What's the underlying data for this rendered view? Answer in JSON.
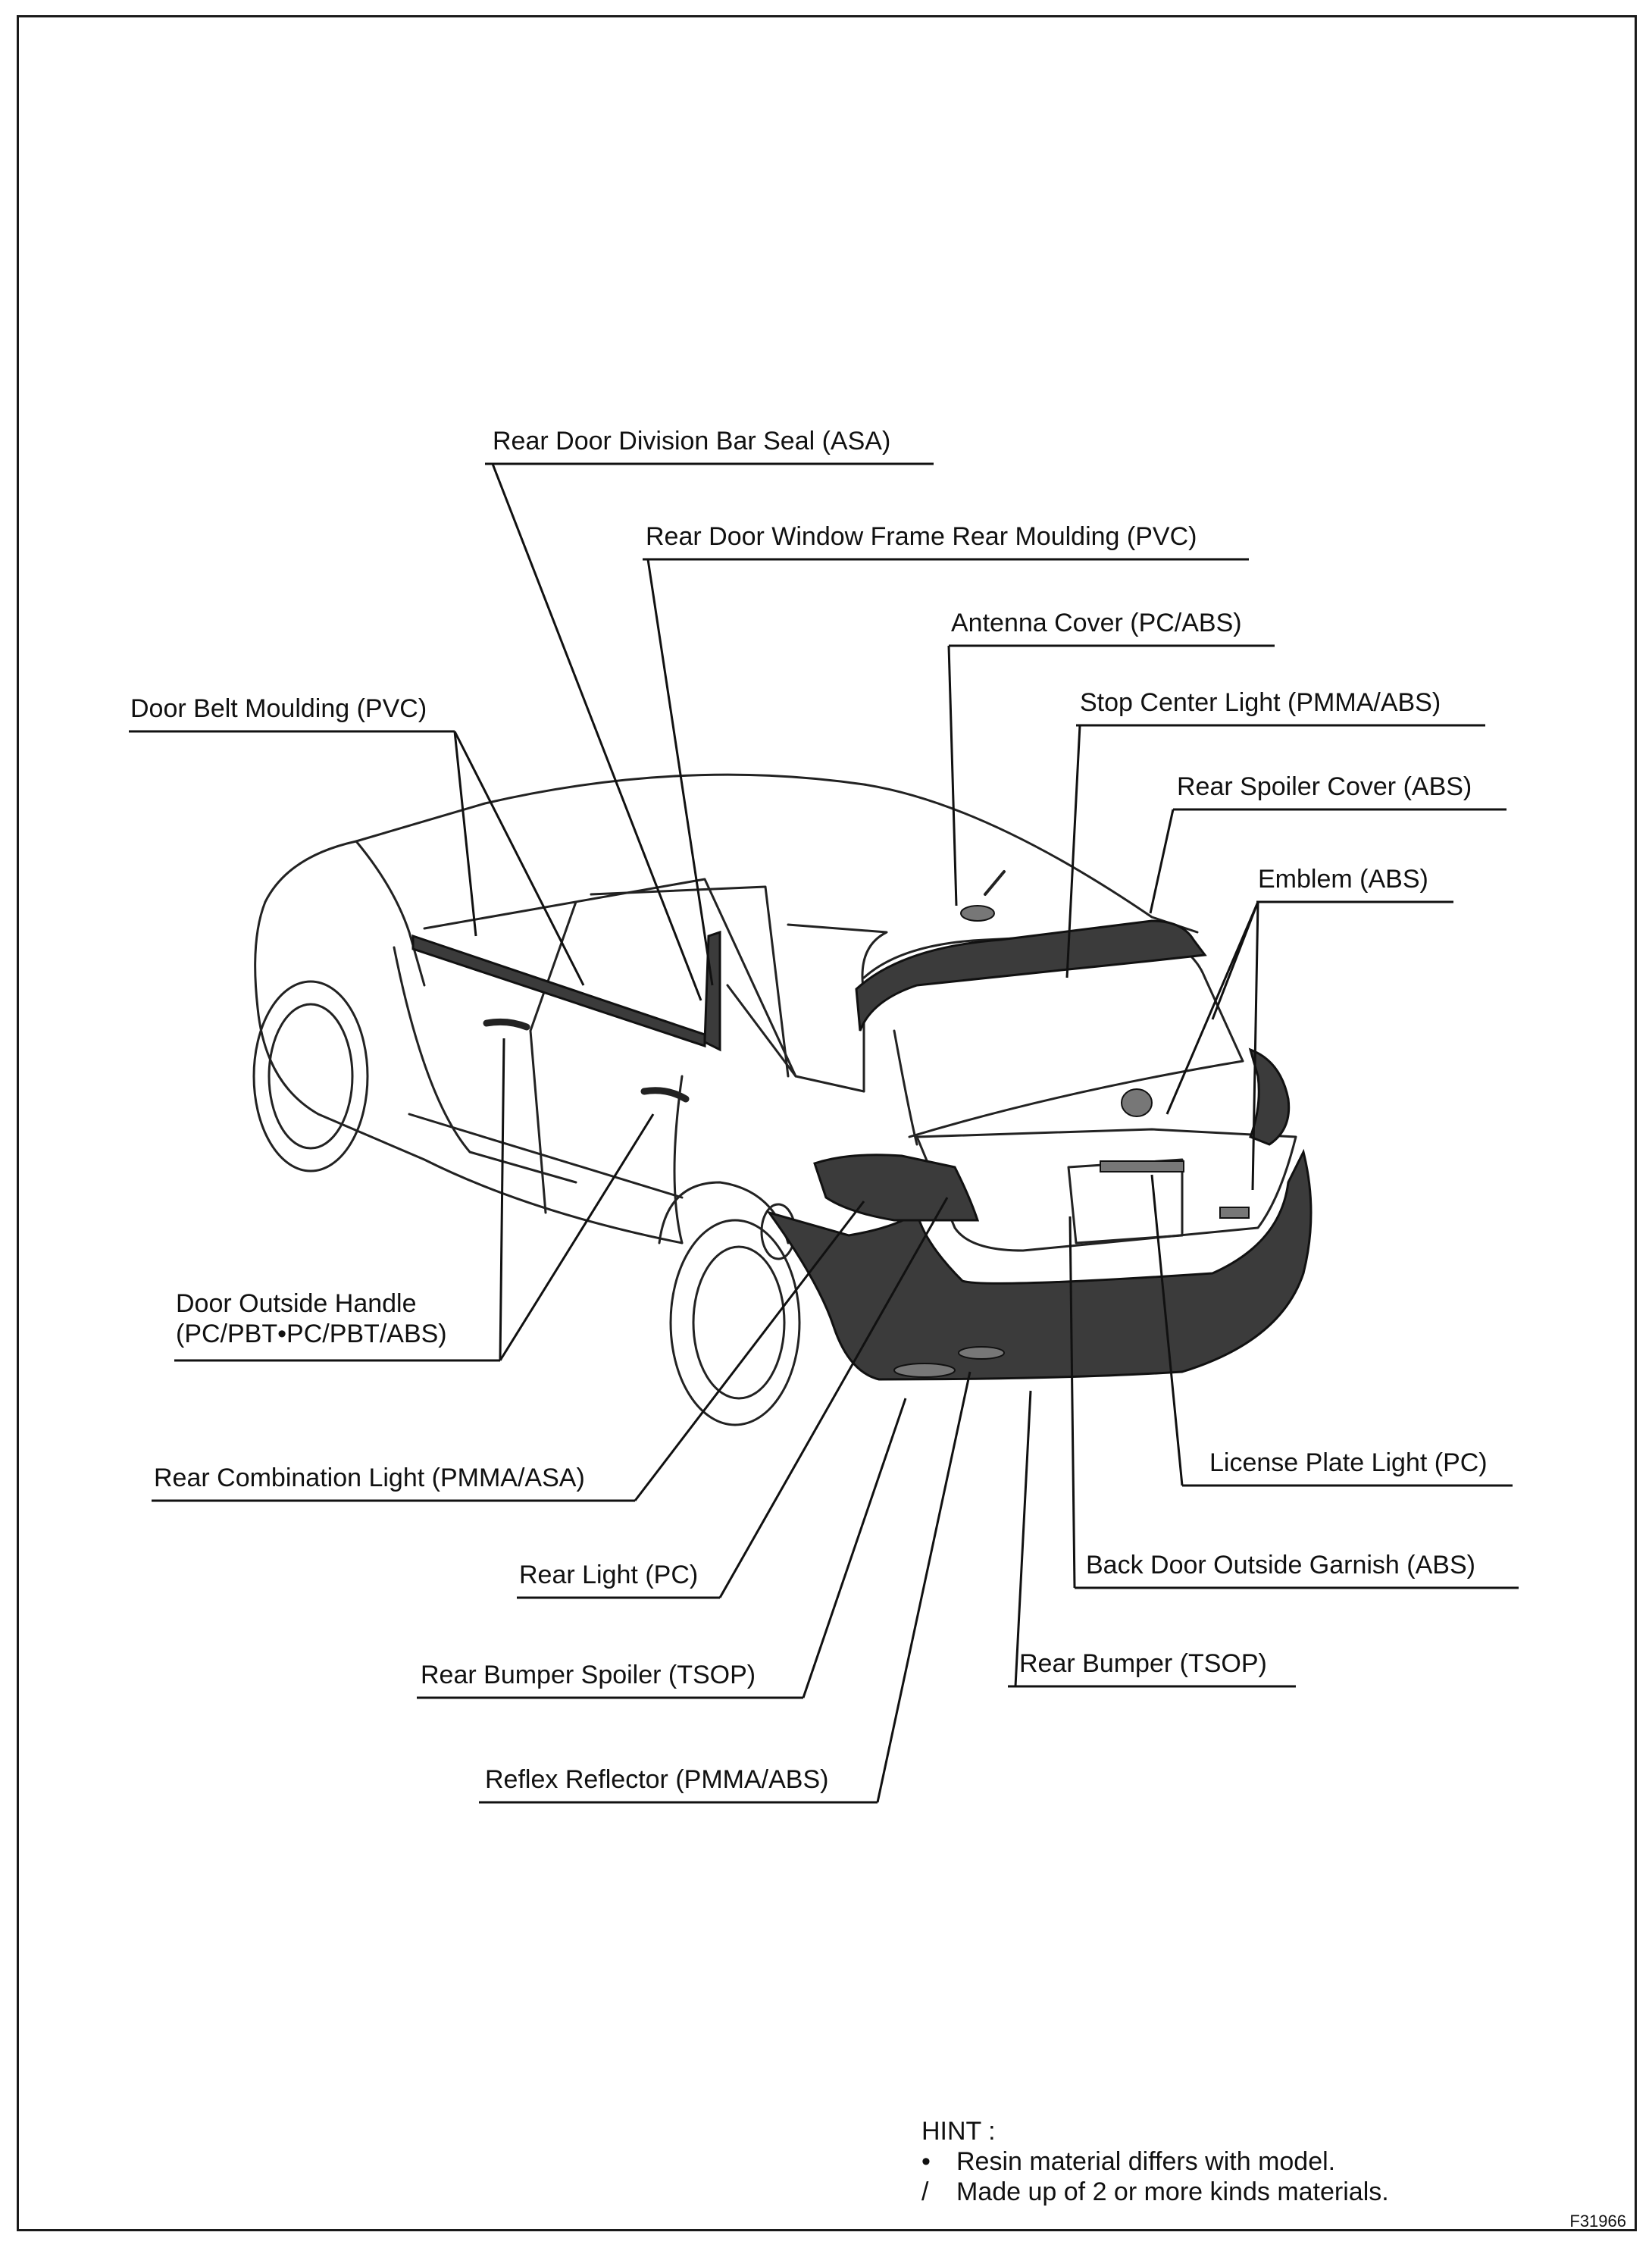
{
  "labels": {
    "rear_door_division_bar_seal": "Rear Door Division Bar Seal (ASA)",
    "rear_door_window_frame_rear_moulding": "Rear Door Window Frame Rear Moulding (PVC)",
    "antenna_cover": "Antenna Cover (PC/ABS)",
    "door_belt_moulding": "Door Belt Moulding (PVC)",
    "stop_center_light": "Stop Center Light (PMMA/ABS)",
    "rear_spoiler_cover": "Rear Spoiler Cover (ABS)",
    "emblem": "Emblem (ABS)",
    "door_outside_handle_line1": "Door Outside Handle",
    "door_outside_handle_line2": "(PC/PBT•PC/PBT/ABS)",
    "license_plate_light": "License Plate Light (PC)",
    "rear_combination_light": "Rear Combination Light (PMMA/ASA)",
    "back_door_outside_garnish": "Back Door Outside Garnish (ABS)",
    "rear_light": "Rear Light (PC)",
    "rear_bumper": "Rear Bumper (TSOP)",
    "rear_bumper_spoiler": "Rear Bumper Spoiler (TSOP)",
    "reflex_reflector": "Reflex Reflector (PMMA/ABS)"
  },
  "hint": {
    "title": "HINT :",
    "items": [
      {
        "symbol": "•",
        "text": "Resin material differs with model."
      },
      {
        "symbol": "/",
        "text": "Made up of 2 or more kinds materials."
      }
    ]
  },
  "figure_code": "F31966"
}
